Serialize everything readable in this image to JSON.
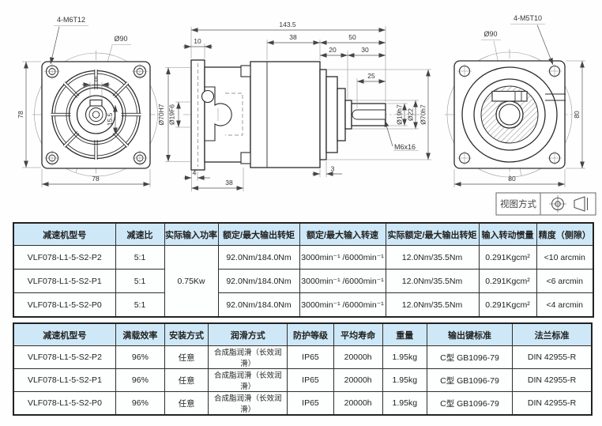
{
  "drawing": {
    "front": {
      "bolt": "4-M6T12",
      "dia": "Ø90",
      "h": "78",
      "w": "78",
      "key_w": "6",
      "key_d": "15.5"
    },
    "section": {
      "total": "143.5",
      "t10": "10",
      "body38": "38",
      "in50": "50",
      "d20": "20",
      "d30": "30",
      "shaft25": "25",
      "pilot_f": "Ø70H7",
      "bore_f": "Ø19F6",
      "shaft_d": "Ø19h7",
      "collar_d": "Ø22",
      "pilot_r": "Ø70h7",
      "tap": "M6x16",
      "b4": "4",
      "b38": "38",
      "b3": "3"
    },
    "rear": {
      "bolt": "4-M5T10",
      "dia": "Ø90",
      "h": "80",
      "w": "80"
    },
    "view_mode_label": "视图方式"
  },
  "spec_table": {
    "headers": [
      "减速机型号",
      "减速比",
      "实际输入功率",
      "额定/最大输出转矩",
      "额定/最大输入转速",
      "实际额定/最大输出转矩",
      "输入转动惯量",
      "精度（侧隙）"
    ],
    "input_power": "0.75Kw",
    "rows": [
      {
        "model": "VLF078-L1-5-S2-P2",
        "ratio": "5:1",
        "torque": "92.0Nm/184.0Nm",
        "speed": "3000min⁻¹ /6000min⁻¹",
        "out_torque": "12.0Nm/35.5Nm",
        "inertia": "0.291Kgcm²",
        "precision": "<10 arcmin"
      },
      {
        "model": "VLF078-L1-5-S2-P1",
        "ratio": "5:1",
        "torque": "92.0Nm/184.0Nm",
        "speed": "3000min⁻¹ /6000min⁻¹",
        "out_torque": "12.0Nm/35.5Nm",
        "inertia": "0.291Kgcm²",
        "precision": "<6 arcmin"
      },
      {
        "model": "VLF078-L1-5-S2-P0",
        "ratio": "5:1",
        "torque": "92.0Nm/184.0Nm",
        "speed": "3000min⁻¹ /6000min⁻¹",
        "out_torque": "12.0Nm/35.5Nm",
        "inertia": "0.291Kgcm²",
        "precision": "<4 arcmin"
      }
    ]
  },
  "info_table": {
    "headers": [
      "减速机型号",
      "满载效率",
      "安装方式",
      "润滑方式",
      "防护等级",
      "平均寿命",
      "重量",
      "输出键标准",
      "法兰标准"
    ],
    "rows": [
      {
        "model": "VLF078-L1-5-S2-P2",
        "efficiency": "96%",
        "mount": "任意",
        "lube": "合成脂润滑（长效润滑）",
        "ip": "IP65",
        "life": "20000h",
        "weight": "1.95kg",
        "key_std": "C型  GB1096-79",
        "flange_std": "DIN 42955-R"
      },
      {
        "model": "VLF078-L1-5-S2-P1",
        "efficiency": "96%",
        "mount": "任意",
        "lube": "合成脂润滑（长效润滑）",
        "ip": "IP65",
        "life": "20000h",
        "weight": "1.95kg",
        "key_std": "C型  GB1096-79",
        "flange_std": "DIN 42955-R"
      },
      {
        "model": "VLF078-L1-5-S2-P0",
        "efficiency": "96%",
        "mount": "任意",
        "lube": "合成脂润滑（长效润滑）",
        "ip": "IP65",
        "life": "20000h",
        "weight": "1.95kg",
        "key_std": "C型  GB1096-79",
        "flange_std": "DIN 42955-R"
      }
    ]
  },
  "colors": {
    "header_bg": "#cfe8f7",
    "table_border": "#2e2e2e",
    "line": "#2b2b2b"
  }
}
